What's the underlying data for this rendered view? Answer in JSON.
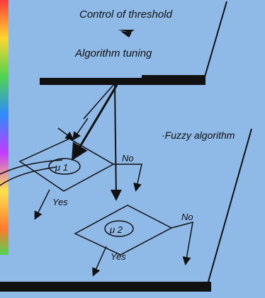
{
  "diagram": {
    "top_label": "Control of threshold",
    "sub_label": "Algorithm tuning",
    "side_label": "·Fuzzy algorithm",
    "node1_label": "μ 1",
    "node2_label": "μ 2",
    "no_label_1": "No",
    "yes_label_1": "Yes",
    "no_label_2": "No",
    "yes_label_2": "Yes"
  },
  "colors": {
    "background": "#8fb9e6",
    "ink": "#111111",
    "rainbow_strip": [
      "#ff3b3b",
      "#ffd52e",
      "#4fd44f",
      "#2e8bff",
      "#c43bff",
      "#ffe14d"
    ]
  }
}
